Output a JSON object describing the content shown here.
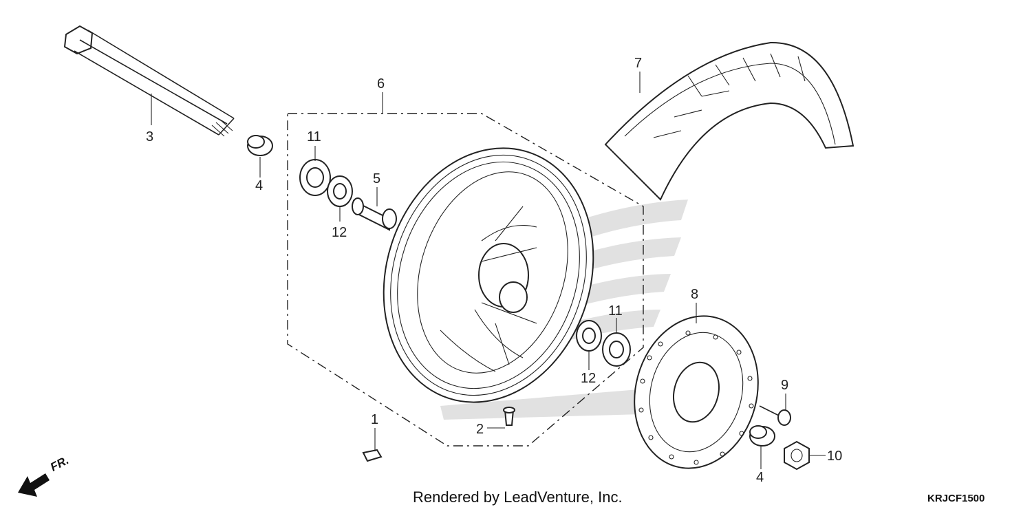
{
  "callouts": {
    "c1": "1",
    "c2": "2",
    "c3": "3",
    "c4a": "4",
    "c4b": "4",
    "c5": "5",
    "c6": "6",
    "c7": "7",
    "c8": "8",
    "c9": "9",
    "c10": "10",
    "c11a": "11",
    "c11b": "11",
    "c12a": "12",
    "c12b": "12"
  },
  "front_indicator": "FR.",
  "footer": {
    "credit": "Rendered by LeadVenture, Inc.",
    "code": "KRJCF1500"
  }
}
